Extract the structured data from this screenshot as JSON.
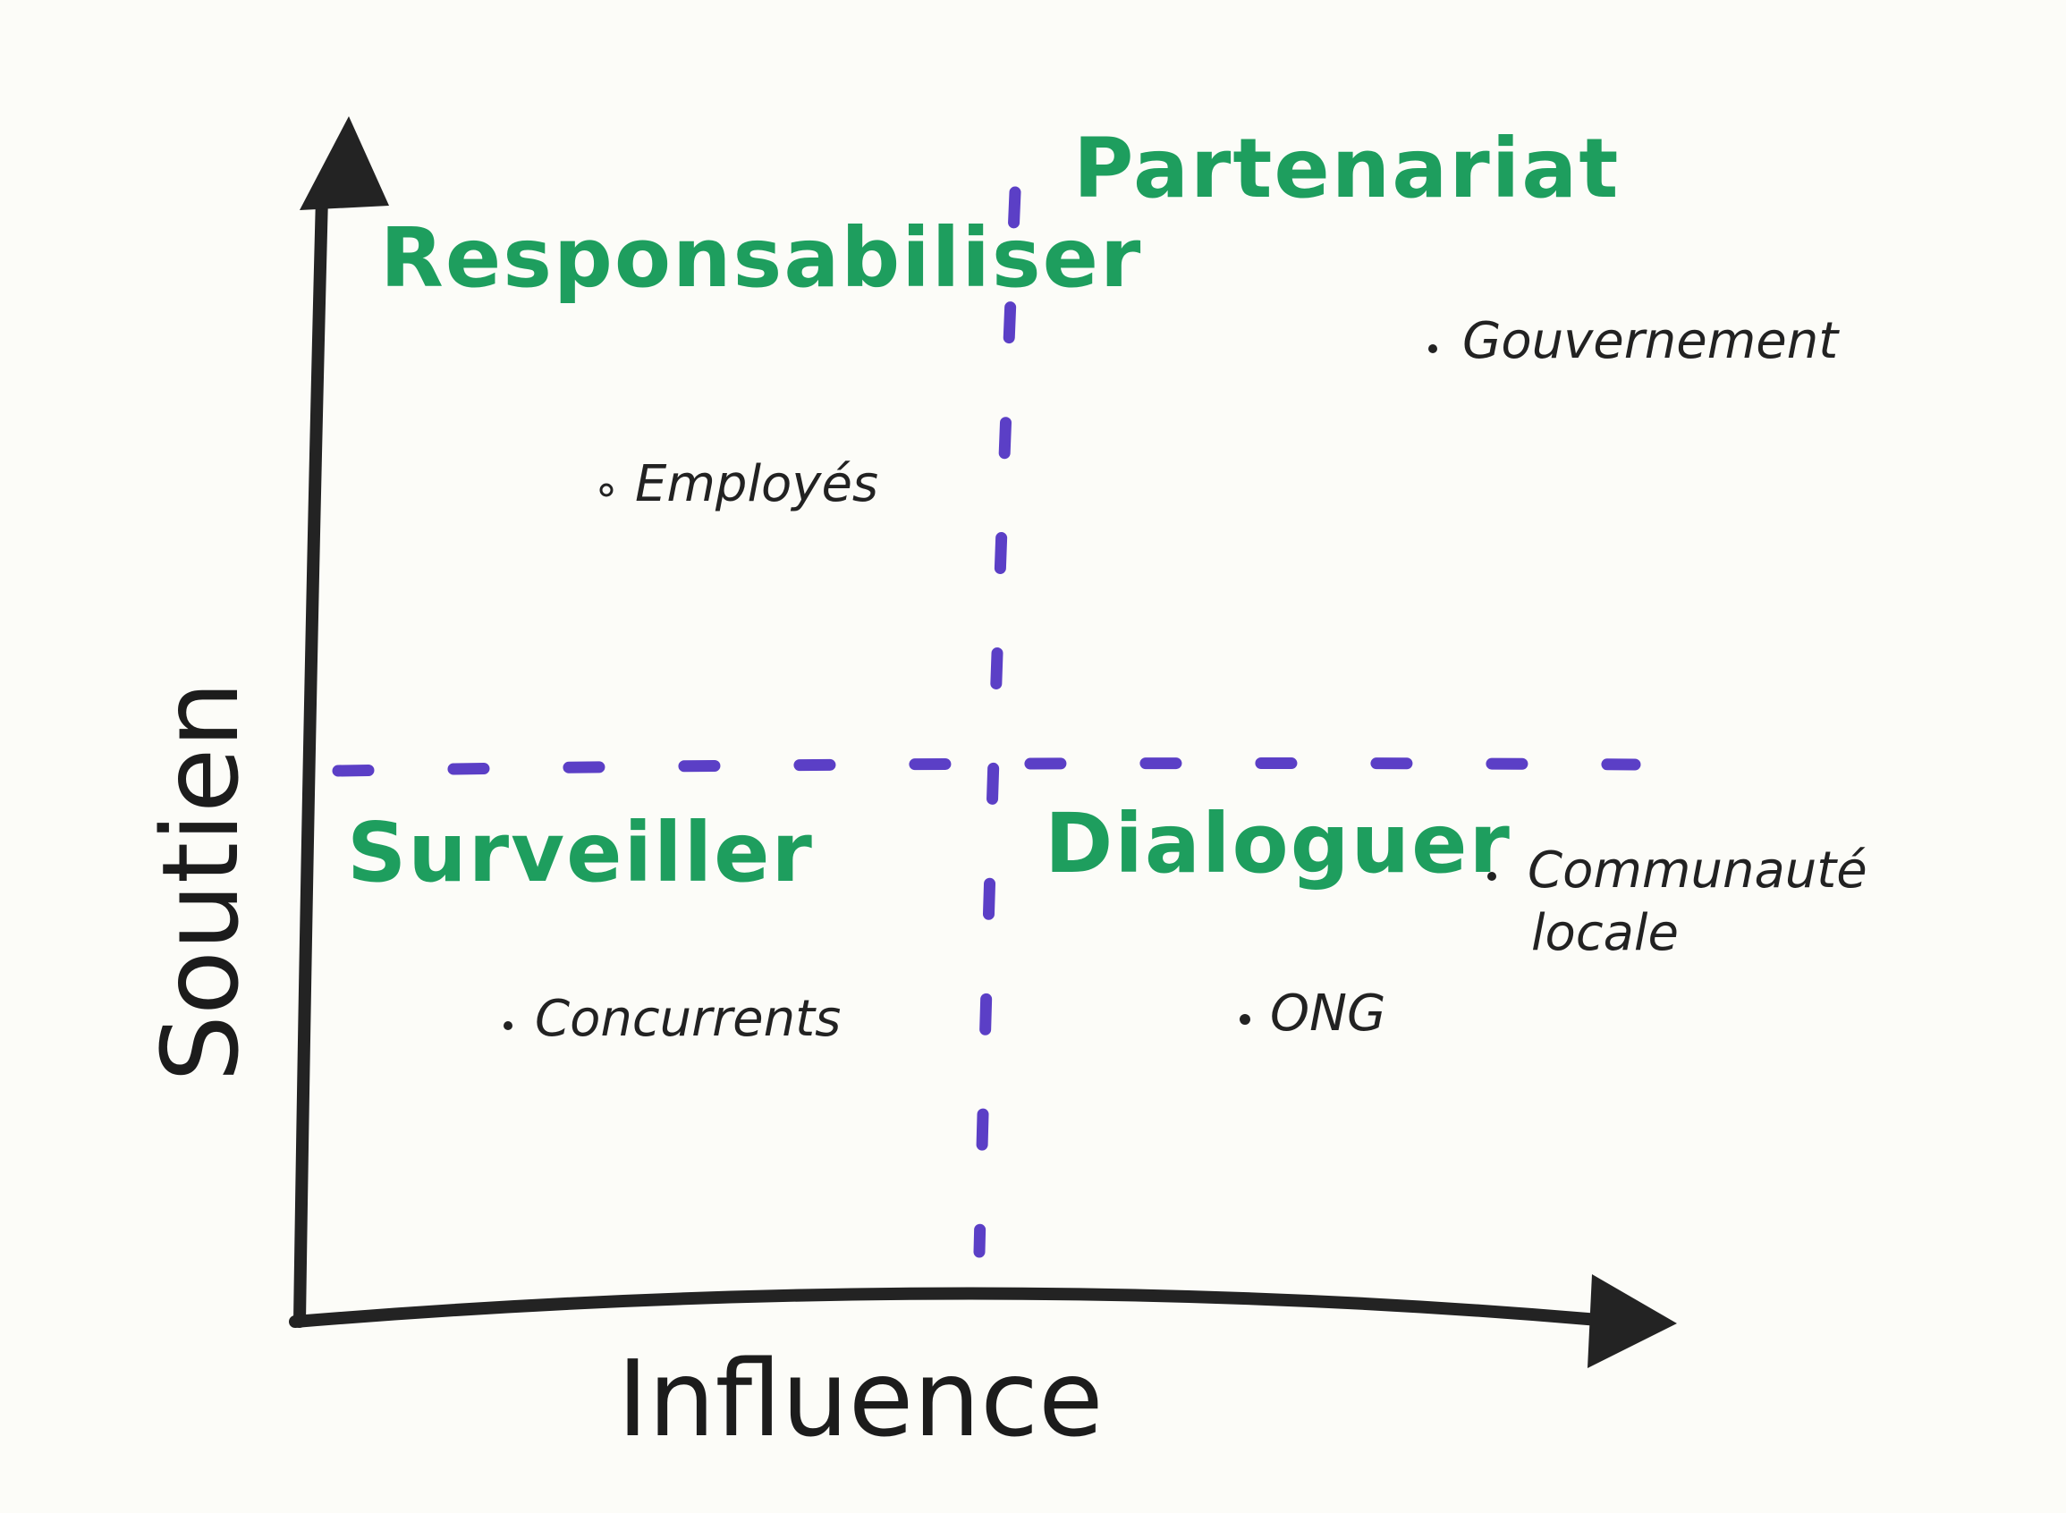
{
  "axes": {
    "x_label": "Influence",
    "y_label": "Soutien"
  },
  "quadrants": {
    "top_left": "Responsabiliser",
    "top_right": "Partenariat",
    "bottom_left": "Surveiller",
    "bottom_right": "Dialoguer"
  },
  "stakeholders": {
    "gouvernement": "Gouvernement",
    "employes": "Employés",
    "concurrents": "Concurrents",
    "ong": "ONG",
    "communaute_line1": "Communauté",
    "communaute_line2": "locale"
  },
  "colors": {
    "quadrant_text": "#1e9e5e",
    "divider": "#5b3fc6",
    "axis": "#232323"
  }
}
